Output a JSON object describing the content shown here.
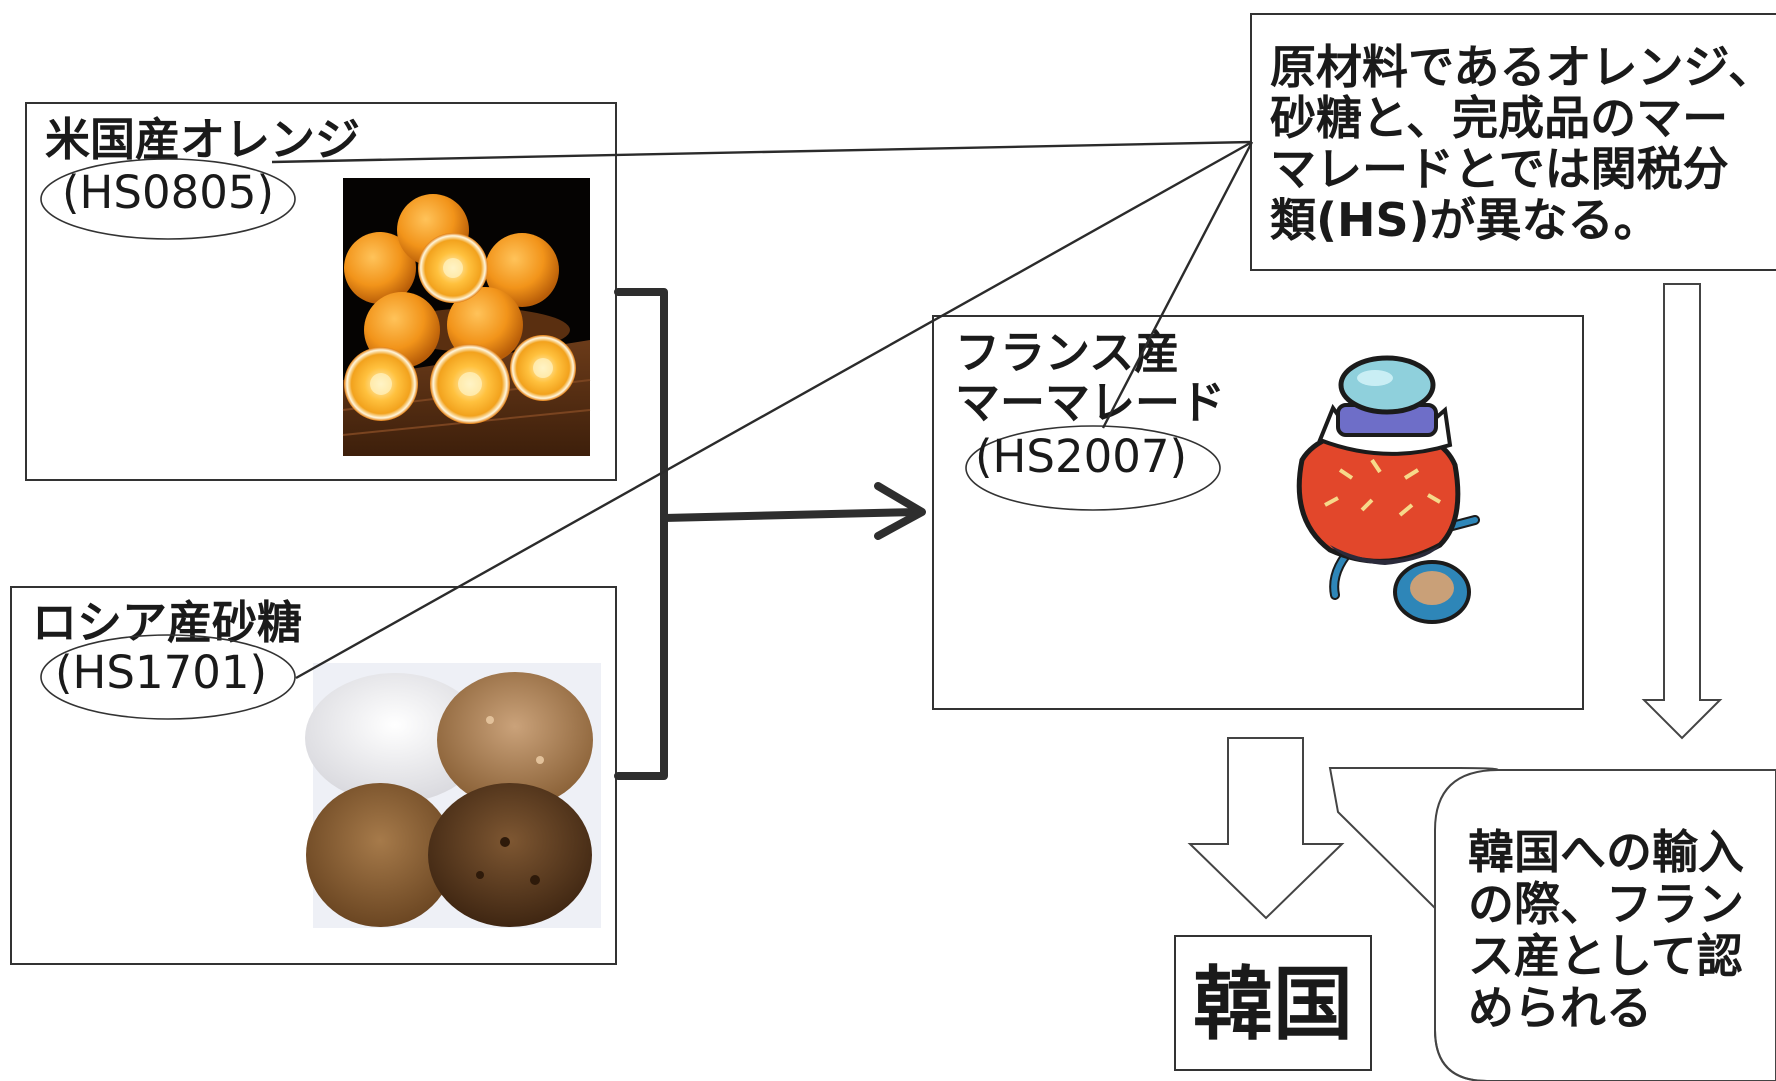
{
  "boxes": {
    "orange": {
      "title": "米国産オレンジ",
      "hs": "(HS0805)"
    },
    "sugar": {
      "title": "ロシア産砂糖",
      "hs": "(HS1701)"
    },
    "marmalade": {
      "title_line1": "フランス産",
      "title_line2": "マーマレード",
      "hs": "(HS2007)"
    }
  },
  "callout_top": {
    "lines": [
      "原材料であるオレンジ、",
      "砂糖と、完成品のマー",
      "マレードとでは関税分",
      "類(HS)が異なる。"
    ]
  },
  "callout_bottom": {
    "lines": [
      "韓国への輸入",
      "の際、フラン",
      "ス産として認",
      "められる"
    ]
  },
  "destination": {
    "label": "韓国"
  },
  "icons": {
    "orange_photo": "oranges-photo",
    "sugar_photo": "sugar-photo",
    "jam_clipart": "marmalade-jar-icon"
  },
  "colors": {
    "orange": "#f2941a",
    "jam_red": "#e2472b",
    "jar_lid": "#8fd0dc",
    "spoon": "#2e86b8"
  }
}
